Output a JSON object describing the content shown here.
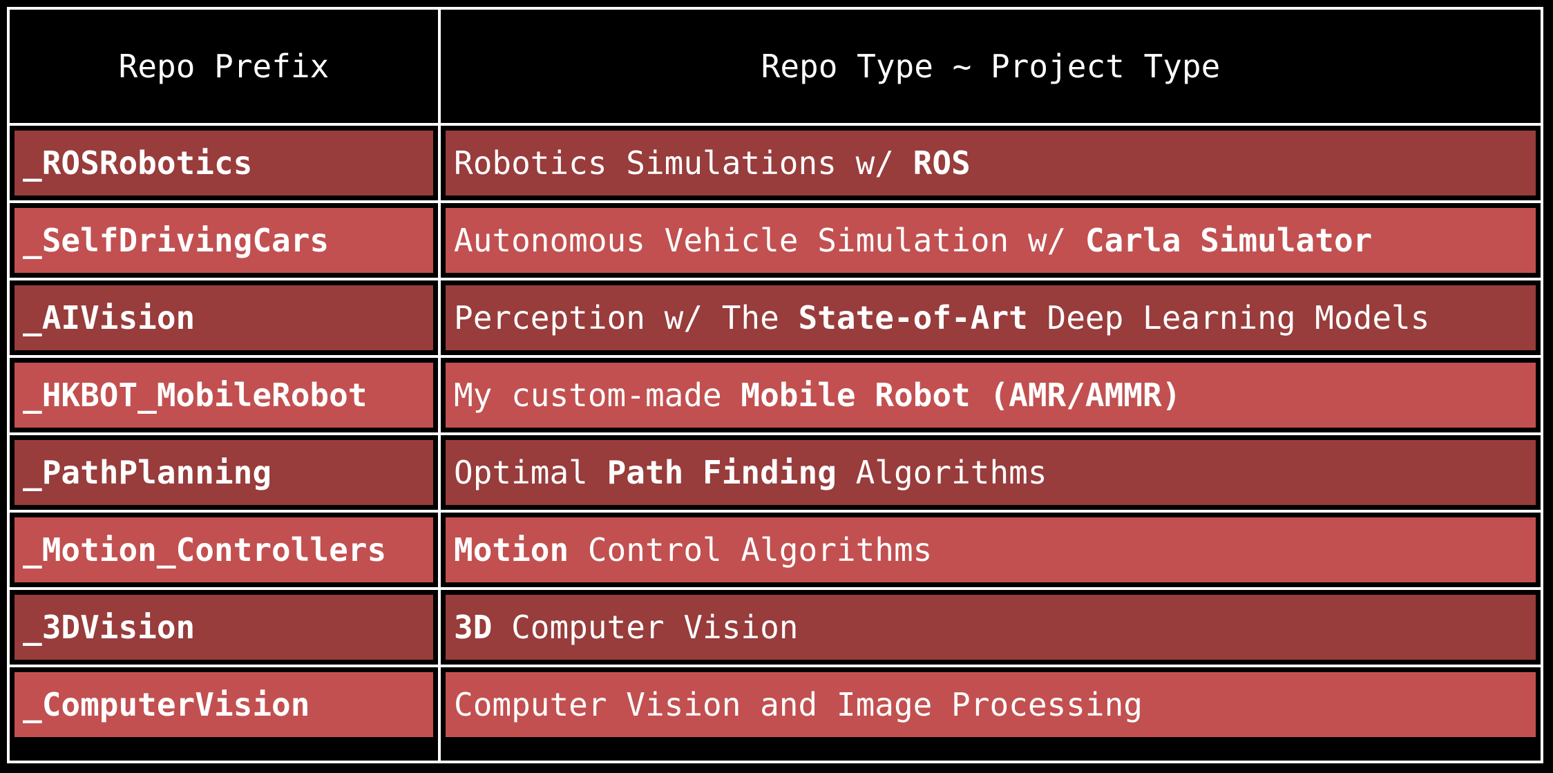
{
  "table": {
    "headers": [
      "Repo Prefix",
      "Repo Type ~ Project Type"
    ],
    "colors": {
      "header_bg": "#000000",
      "row_dark": "#983C3C",
      "row_light": "#C25050",
      "text": "#FFFFFF",
      "border": "#FFFFFF"
    },
    "rows": [
      {
        "prefix": "_ROSRobotics",
        "type_segments": [
          {
            "text": "Robotics Simulations w/ ",
            "bold": false
          },
          {
            "text": "ROS",
            "bold": true
          }
        ]
      },
      {
        "prefix": "_SelfDrivingCars",
        "type_segments": [
          {
            "text": "Autonomous Vehicle Simulation w/ ",
            "bold": false
          },
          {
            "text": "Carla Simulator",
            "bold": true
          }
        ]
      },
      {
        "prefix": "_AIVision",
        "type_segments": [
          {
            "text": "Perception w/ The ",
            "bold": false
          },
          {
            "text": "State-of-Art",
            "bold": true
          },
          {
            "text": " Deep Learning Models",
            "bold": false
          }
        ]
      },
      {
        "prefix": "_HKBOT_MobileRobot",
        "type_segments": [
          {
            "text": "My custom-made ",
            "bold": false
          },
          {
            "text": "Mobile Robot (AMR/AMMR)",
            "bold": true
          }
        ]
      },
      {
        "prefix": "_PathPlanning",
        "type_segments": [
          {
            "text": "Optimal ",
            "bold": false
          },
          {
            "text": "Path Finding",
            "bold": true
          },
          {
            "text": " Algorithms",
            "bold": false
          }
        ]
      },
      {
        "prefix": "_Motion_Controllers",
        "type_segments": [
          {
            "text": "Motion",
            "bold": true
          },
          {
            "text": " Control Algorithms",
            "bold": false
          }
        ]
      },
      {
        "prefix": "_3DVision",
        "type_segments": [
          {
            "text": "3D",
            "bold": true
          },
          {
            "text": " Computer Vision",
            "bold": false
          }
        ]
      },
      {
        "prefix": "_ComputerVision",
        "type_segments": [
          {
            "text": "Computer Vision and Image Processing",
            "bold": false
          }
        ]
      }
    ]
  }
}
